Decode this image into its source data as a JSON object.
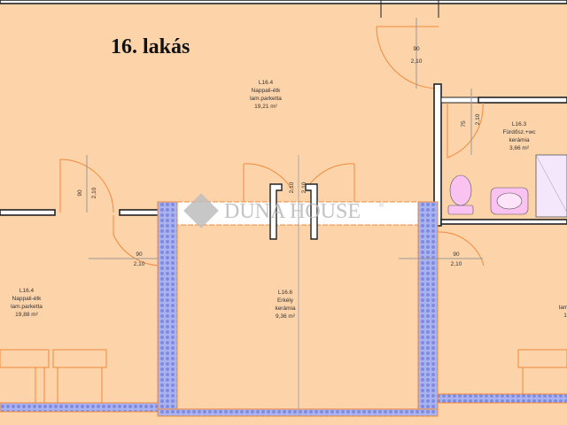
{
  "title": "16. lakás",
  "watermark": "DUNA HOUSE",
  "watermark_mark": "®",
  "colors": {
    "floor": "#fdd3a9",
    "wall": "#222222",
    "door": "#f08a3c",
    "insulation": "#8f9be8"
  },
  "rooms": [
    {
      "id": "L16.4",
      "name": "Nappali-étk",
      "floor": "lam.parketta",
      "area": "19,21 m²"
    },
    {
      "id": "L16.3",
      "name": "Fürdősz.+wc",
      "floor": "kerámia",
      "area": "3,66 m²"
    },
    {
      "id": "L16.4",
      "name": "Nappali-étk",
      "floor": "lam.parketta",
      "area": "19,88 m²"
    },
    {
      "id": "L16.6",
      "name": "Erkély",
      "floor": "kerámia",
      "area": "9,36 m²"
    },
    {
      "id": "",
      "name": "",
      "floor": "lam",
      "area": "1"
    }
  ],
  "doors": [
    {
      "w": "90",
      "h": "2,10"
    },
    {
      "w": "75",
      "h": "2,10"
    },
    {
      "w": "90",
      "h": "2,10"
    },
    {
      "w": "90",
      "h": "2,10"
    },
    {
      "w": "90",
      "h": "2,10"
    },
    {
      "w": "2,10",
      "h": "2,10"
    }
  ]
}
